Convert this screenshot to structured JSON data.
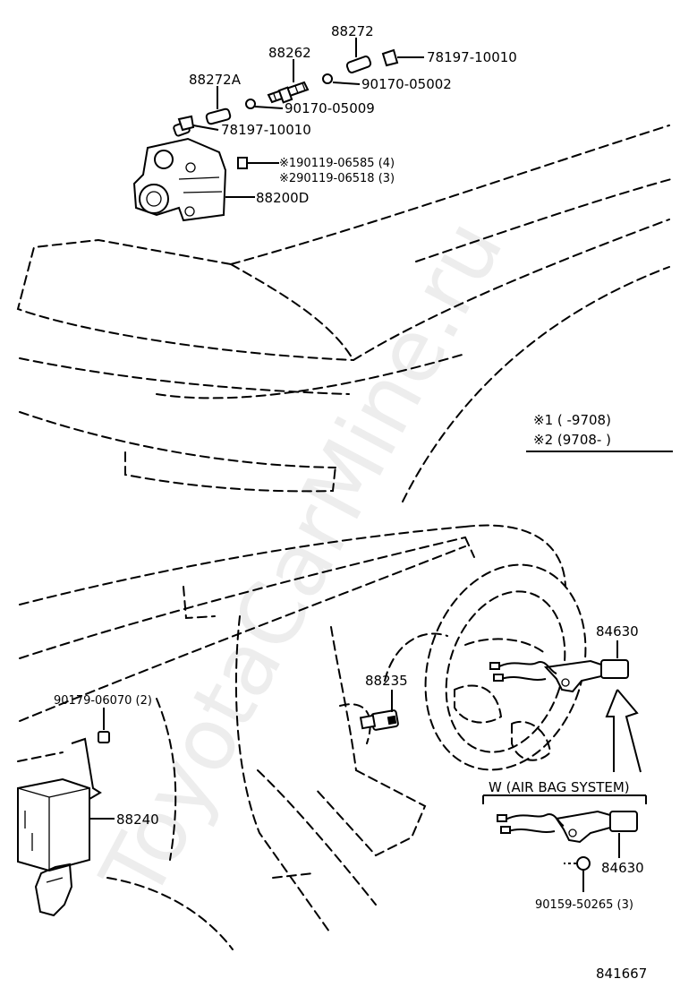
{
  "watermark": "ToyotaCarMine.ru",
  "notes": {
    "note1": "※1 (        -9708)",
    "note2": "※2 (9708-        )"
  },
  "callouts": {
    "p88272": "88272",
    "p78197_a": "78197-10010",
    "p88262": "88262",
    "p90170_05002": "90170-05002",
    "p88272A": "88272A",
    "p90170_05009": "90170-05009",
    "p78197_b": "78197-10010",
    "p190119": "※190119-06585 (4)",
    "p290119": "※290119-06518 (3)",
    "p88200D": "88200D",
    "p84630_a": "84630",
    "p88235": "88235",
    "p90179": "90179-06070 (2)",
    "p88240": "88240",
    "p84630_b": "84630",
    "p90159": "90159-50265 (3)"
  },
  "airbag_box_label": "W (AIR BAG SYSTEM)",
  "diagram_number": "841667"
}
